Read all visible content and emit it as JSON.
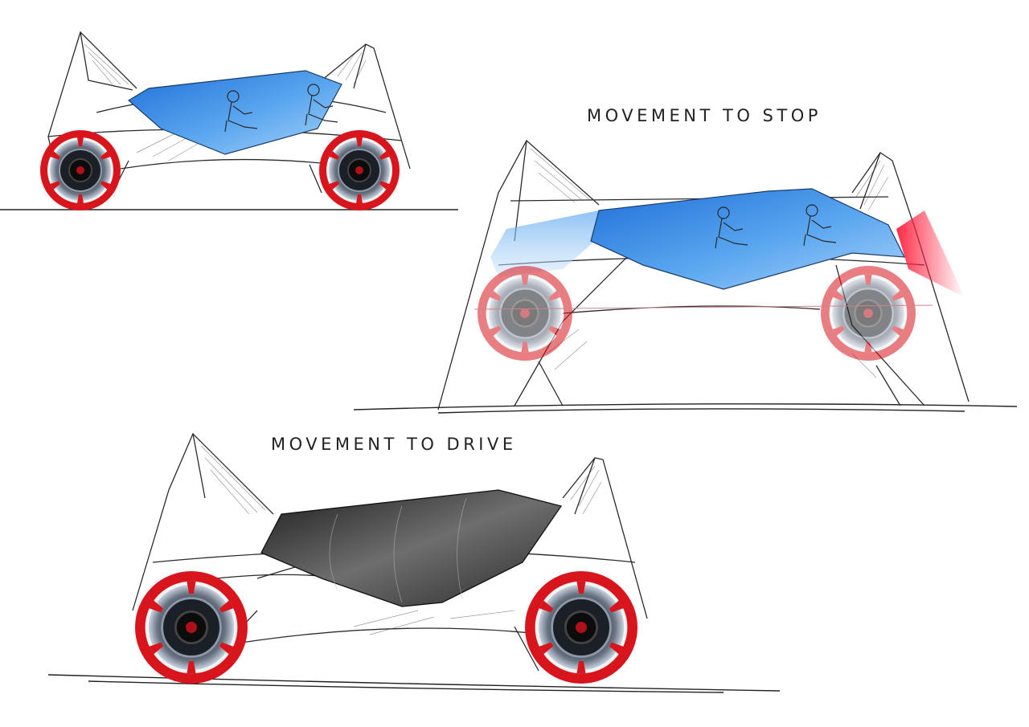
{
  "captions": {
    "stop": "MOVEMENT TO STOP",
    "drive": "MOVEMENT TO DRIVE"
  },
  "palette": {
    "canopy_blue": "#3f8fe6",
    "wheel_red": "#d8151d",
    "brake_light_red": "#ff2a45",
    "canopy_dark": "#3a3a3a",
    "sketch_line": "#222222"
  },
  "sketches": [
    {
      "name": "vehicle-sketch-neutral",
      "canopy": "blue",
      "wheels": "red"
    },
    {
      "name": "vehicle-sketch-stop",
      "canopy": "blue",
      "wheels": "red-translucent",
      "brake_light": true
    },
    {
      "name": "vehicle-sketch-drive",
      "canopy": "dark",
      "wheels": "red"
    }
  ]
}
